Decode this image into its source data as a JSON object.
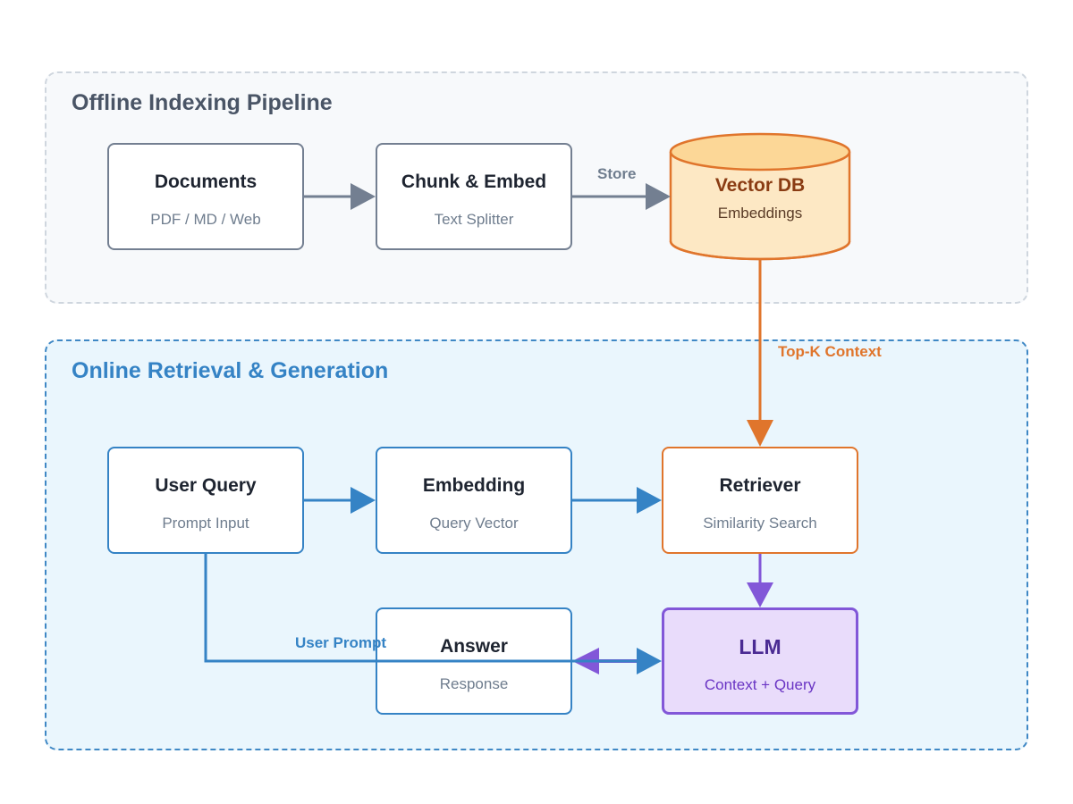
{
  "regions": {
    "offline": {
      "title": "Offline Indexing Pipeline"
    },
    "online": {
      "title": "Online Retrieval & Generation"
    }
  },
  "nodes": {
    "documents": {
      "title": "Documents",
      "subtitle": "PDF / MD / Web"
    },
    "chunk_embed": {
      "title": "Chunk & Embed",
      "subtitle": "Text Splitter"
    },
    "vector_db": {
      "title": "Vector DB",
      "subtitle": "Embeddings"
    },
    "user_query": {
      "title": "User Query",
      "subtitle": "Prompt Input"
    },
    "embedding": {
      "title": "Embedding",
      "subtitle": "Query Vector"
    },
    "retriever": {
      "title": "Retriever",
      "subtitle": "Similarity Search"
    },
    "answer": {
      "title": "Answer",
      "subtitle": "Response"
    },
    "llm": {
      "title": "LLM",
      "subtitle": "Context + Query"
    }
  },
  "edge_labels": {
    "store": "Store",
    "top_k_context": "Top-K Context",
    "user_prompt": "User Prompt"
  },
  "colors": {
    "gray": "#737f91",
    "blue": "#3583c5",
    "orange": "#e0752c",
    "purple": "#8257d8",
    "db_fill": "#fde8c4",
    "db_top": "#fcd797",
    "llm_fill": "#e9dcfb"
  }
}
